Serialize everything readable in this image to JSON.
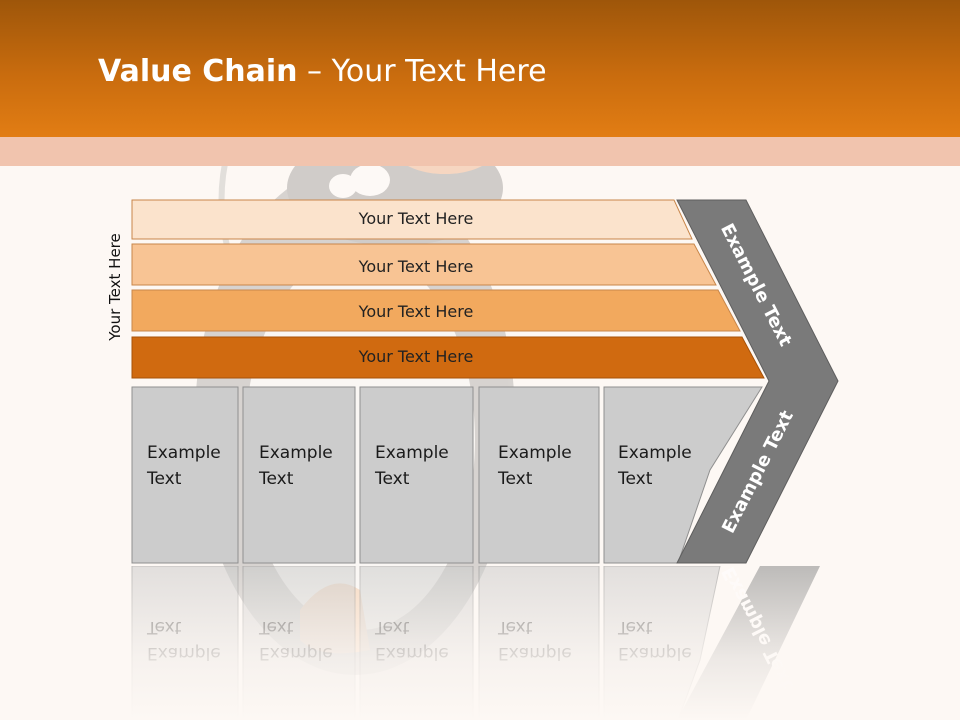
{
  "title": {
    "bold": "Value Chain",
    "rest": " – Your Text Here"
  },
  "side_label": "Your Text Here",
  "bars": [
    {
      "label": "Your Text Here",
      "color": "#fbe3cc"
    },
    {
      "label": "Your Text Here",
      "color": "#f8c494"
    },
    {
      "label": "Your Text Here",
      "color": "#f2a95e"
    },
    {
      "label": "Your Text Here",
      "color": "#d06a10"
    }
  ],
  "cells": [
    {
      "line1": "Example",
      "line2": "Text"
    },
    {
      "line1": "Example",
      "line2": "Text"
    },
    {
      "line1": "Example",
      "line2": "Text"
    },
    {
      "line1": "Example",
      "line2": "Text"
    },
    {
      "line1": "Example",
      "line2": "Text"
    }
  ],
  "chevron": {
    "upper_label": "Example Text",
    "lower_label": "Example Text",
    "color": "#7a7a7a"
  },
  "colors": {
    "header": "#d8720f",
    "band": "#f1c4ae",
    "cell_fill": "#cccccc",
    "cell_border": "#8f8f8f"
  },
  "background_image": "penguin-mascot"
}
